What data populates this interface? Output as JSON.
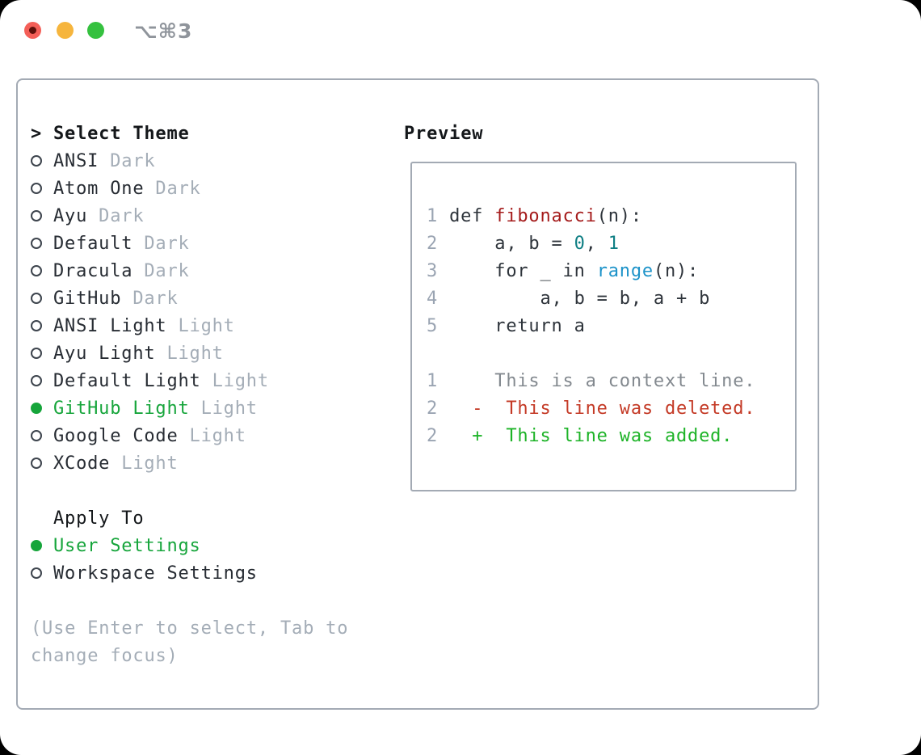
{
  "window": {
    "title": "⌥⌘3"
  },
  "theme_picker": {
    "prompt": ">",
    "title": "Select Theme",
    "items": [
      {
        "name": "ANSI",
        "variant": "Dark",
        "selected": false
      },
      {
        "name": "Atom One",
        "variant": "Dark",
        "selected": false
      },
      {
        "name": "Ayu",
        "variant": "Dark",
        "selected": false
      },
      {
        "name": "Default",
        "variant": "Dark",
        "selected": false
      },
      {
        "name": "Dracula",
        "variant": "Dark",
        "selected": false
      },
      {
        "name": "GitHub",
        "variant": "Dark",
        "selected": false
      },
      {
        "name": "ANSI Light",
        "variant": "Light",
        "selected": false
      },
      {
        "name": "Ayu Light",
        "variant": "Light",
        "selected": false
      },
      {
        "name": "Default Light",
        "variant": "Light",
        "selected": false
      },
      {
        "name": "GitHub Light",
        "variant": "Light",
        "selected": true
      },
      {
        "name": "Google Code",
        "variant": "Light",
        "selected": false
      },
      {
        "name": "XCode",
        "variant": "Light",
        "selected": false
      }
    ]
  },
  "apply_to": {
    "title": "Apply To",
    "options": [
      {
        "label": "User Settings",
        "selected": true
      },
      {
        "label": "Workspace Settings",
        "selected": false
      }
    ]
  },
  "hint_line1": "(Use Enter to select, Tab to",
  "hint_line2": "change focus)",
  "preview": {
    "title": "Preview",
    "lines": [
      {
        "num": "1",
        "segments": [
          {
            "t": "def ",
            "c": "code"
          },
          {
            "t": "fibonacci",
            "c": "func"
          },
          {
            "t": "(n):",
            "c": "code"
          }
        ]
      },
      {
        "num": "2",
        "segments": [
          {
            "t": "    a, b = ",
            "c": "code"
          },
          {
            "t": "0",
            "c": "num"
          },
          {
            "t": ", ",
            "c": "code"
          },
          {
            "t": "1",
            "c": "num"
          }
        ]
      },
      {
        "num": "3",
        "segments": [
          {
            "t": "    for _ in ",
            "c": "code"
          },
          {
            "t": "range",
            "c": "builtin"
          },
          {
            "t": "(n):",
            "c": "code"
          }
        ]
      },
      {
        "num": "4",
        "segments": [
          {
            "t": "        a, b = b, a + b",
            "c": "code"
          }
        ]
      },
      {
        "num": "5",
        "segments": [
          {
            "t": "    return a",
            "c": "code"
          }
        ]
      },
      {
        "num": "",
        "segments": []
      },
      {
        "num": "1",
        "segments": [
          {
            "t": "    This is a context line.",
            "c": "context"
          }
        ]
      },
      {
        "num": "2",
        "segments": [
          {
            "t": "  ",
            "c": "code"
          },
          {
            "t": "-  This line was deleted.",
            "c": "deleted"
          }
        ]
      },
      {
        "num": "2",
        "segments": [
          {
            "t": "  ",
            "c": "code"
          },
          {
            "t": "+  This line was added.",
            "c": "added"
          }
        ]
      }
    ]
  },
  "colors": {
    "accent_green": "#16a53b",
    "heading_dark": "#14171a",
    "text_dark": "#272c33",
    "code_dark": "#2e343b",
    "muted_gray": "#a4adb7",
    "border_gray": "#a3aab4",
    "linenum_gray": "#9aa4b2",
    "radio_ring": "#3d444d",
    "title_gray": "#8f949b",
    "func_red": "#a51c1c",
    "number_teal": "#0d7e83",
    "builtin_blue": "#1d93c9",
    "context_gray": "#83898f",
    "diff_red": "#c43a26",
    "diff_green": "#1db327",
    "light_red": "#f45f58",
    "light_red_dot": "#5e100a",
    "light_yellow": "#f6b53d",
    "light_green": "#35c13f"
  }
}
